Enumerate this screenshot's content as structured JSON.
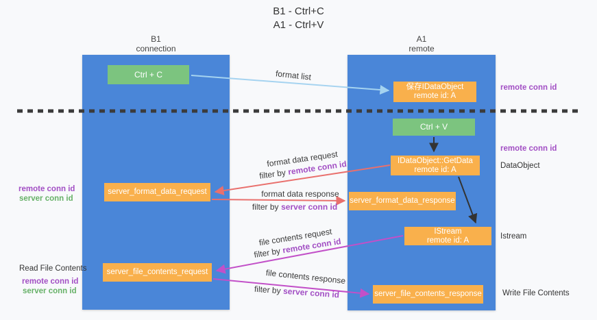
{
  "title": {
    "line1": "B1 - Ctrl+C",
    "line2": "A1 - Ctrl+V"
  },
  "columns": {
    "left": {
      "name": "B1",
      "subtitle": "connection"
    },
    "right": {
      "name": "A1",
      "subtitle": "remote"
    }
  },
  "nodes": {
    "ctrl_c": {
      "label": "Ctrl + C"
    },
    "ctrl_v": {
      "label": "Ctrl + V"
    },
    "save_dataobject": {
      "line1": "保存IDataObject",
      "line2": "remote id: A"
    },
    "getdata": {
      "line1": "IDataObject::GetData",
      "line2": "remote id: A"
    },
    "istream": {
      "line1": "IStream",
      "line2": "remote id: A"
    },
    "format_request": {
      "label": "server_format_data_request"
    },
    "format_response": {
      "label": "server_format_data_response"
    },
    "file_request": {
      "label": "server_file_contents_request"
    },
    "file_response": {
      "label": "server_file_contents_response"
    }
  },
  "edges": {
    "format_list": {
      "label": "format list"
    },
    "format_data_request": {
      "label": "format data request",
      "filter_prefix": "filter by",
      "filter_id": "remote conn id"
    },
    "format_data_response": {
      "label": "format data response",
      "filter_prefix": "filter by",
      "filter_id": "server conn id"
    },
    "file_contents_request": {
      "label": "file contents request",
      "filter_prefix": "filter by",
      "filter_id": "remote conn id"
    },
    "file_contents_response": {
      "label": "file contents response",
      "filter_prefix": "filter by",
      "filter_id": "server conn id"
    }
  },
  "side_labels": {
    "right_remote_conn_id_1": "remote conn id",
    "right_remote_conn_id_2": "remote conn id",
    "right_dataobject": "DataObject",
    "right_istream": "Istream",
    "right_write_file": "Write File Contents",
    "left_remote_conn_id_1": "remote conn id",
    "left_server_conn_id_1": "server conn id",
    "left_read_file": "Read File Contents",
    "left_remote_conn_id_2": "remote conn id",
    "left_server_conn_id_2": "server conn id"
  },
  "colors": {
    "column_blue": "#4a86d8",
    "box_green": "#7cc47f",
    "box_orange": "#f9b04c",
    "purple": "#a24fc4",
    "label_green": "#67b168",
    "salmon": "#e9706d",
    "magenta": "#c250c8",
    "light_blue": "#a5d3f0",
    "ink": "#3a3a3a",
    "bg": "#f8f9fb",
    "dash": "#3b3b3b"
  }
}
